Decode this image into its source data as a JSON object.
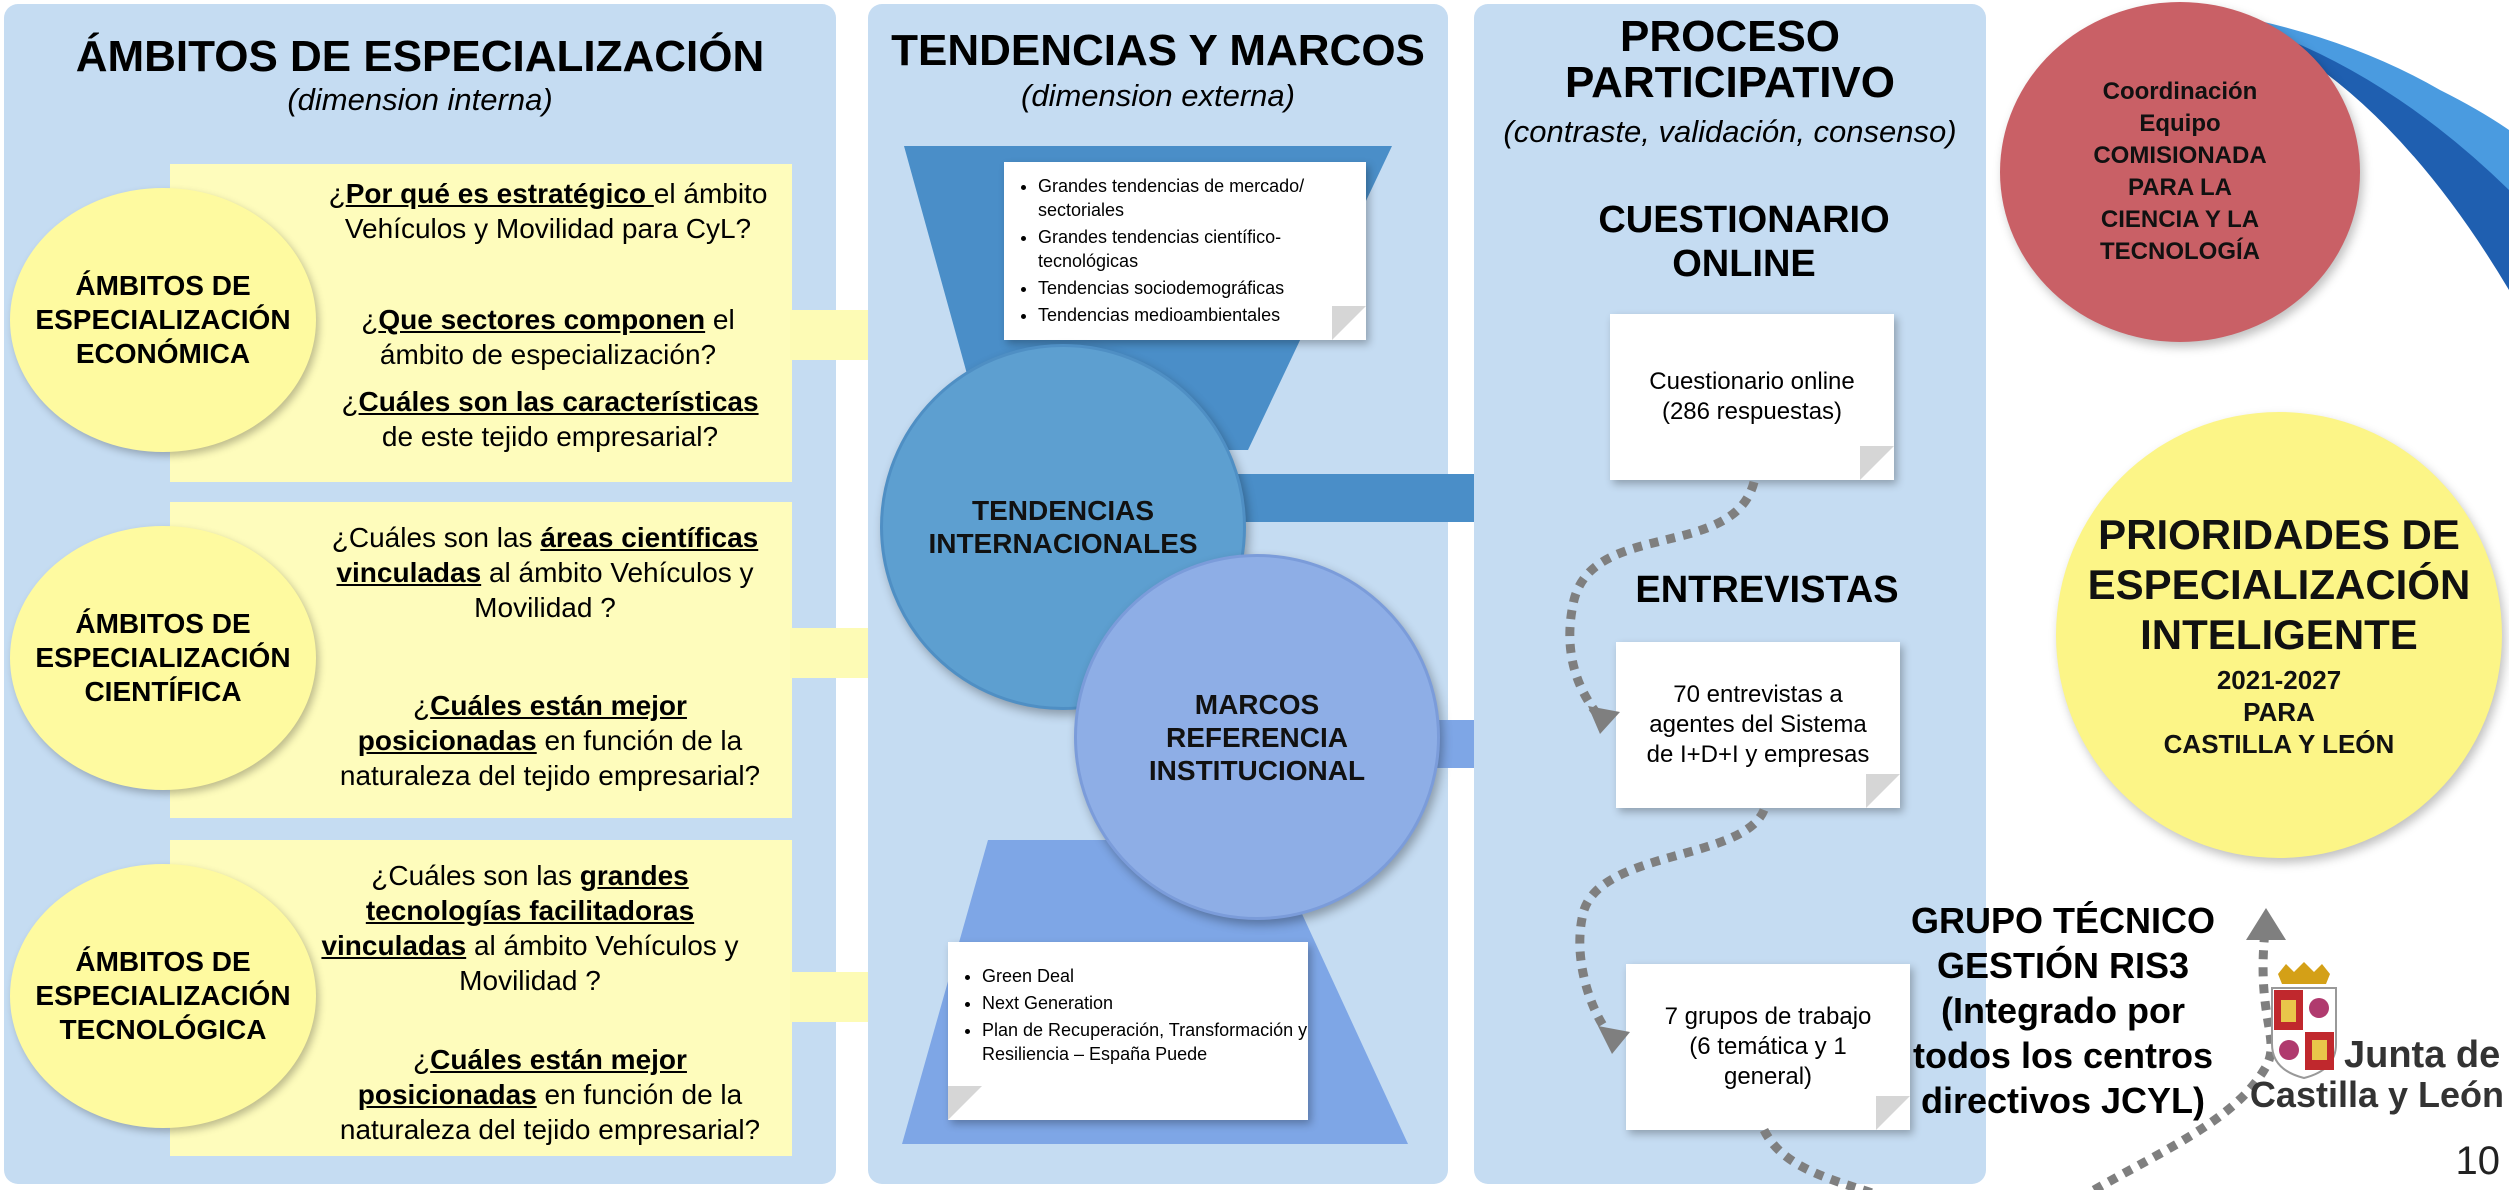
{
  "col1": {
    "title": "ÁMBITOS DE ESPECIALIZACIÓN",
    "subtitle": "(dimension interna)",
    "rows": [
      {
        "label_lines": [
          "ÁMBITOS DE",
          "ESPECIALIZACIÓN",
          "ECONÓMICA"
        ],
        "q1": {
          "pre": "¿",
          "em": "Por qué es estratégico ",
          "post": "el ámbito Vehículos y Movilidad para CyL?"
        },
        "q2": {
          "pre": "¿",
          "em": "Que sectores componen",
          "post": " el ámbito de especialización?"
        },
        "q3": {
          "pre": "¿",
          "em": "Cuáles son las características",
          "post": " de este tejido empresarial?"
        }
      },
      {
        "label_lines": [
          "ÁMBITOS DE",
          "ESPECIALIZACIÓN",
          "CIENTÍFICA"
        ],
        "q1": {
          "pre": "¿Cuáles son las ",
          "em": "áreas científicas vinculadas",
          "post": " al ámbito Vehículos y Movilidad ?"
        },
        "q2": {
          "pre": "¿",
          "em": "Cuáles están mejor posicionadas",
          "post": " en función de la naturaleza del tejido empresarial?"
        }
      },
      {
        "label_lines": [
          "ÁMBITOS DE",
          "ESPECIALIZACIÓN",
          "TECNOLÓGICA"
        ],
        "q1": {
          "pre": "¿Cuáles son las ",
          "em": "grandes tecnologías facilitadoras vinculadas",
          "post": " al ámbito Vehículos y Movilidad ?"
        },
        "q2": {
          "pre": "¿",
          "em": "Cuáles están mejor posicionadas",
          "post": " en función de la naturaleza del tejido empresarial?"
        }
      }
    ]
  },
  "col2": {
    "title": "TENDENCIAS Y MARCOS",
    "subtitle": "(dimension externa)",
    "top_list": [
      "Grandes tendencias de mercado/ sectoriales",
      "Grandes tendencias científico-tecnológicas",
      "Tendencias sociodemográficas",
      "Tendencias medioambientales"
    ],
    "circle1_lines": [
      "TENDENCIAS",
      "INTERNACIONALES"
    ],
    "circle2_lines": [
      "MARCOS",
      "REFERENCIA",
      "INSTITUCIONAL"
    ],
    "bottom_list": [
      "Green Deal",
      "Next Generation",
      "Plan de Recuperación, Transformación y Resiliencia – España Puede"
    ]
  },
  "col3": {
    "title_lines": [
      "PROCESO",
      "PARTICIPATIVO"
    ],
    "subtitle": "(contraste, validación, consenso)",
    "cuestionario_lines": [
      "CUESTIONARIO",
      "ONLINE"
    ],
    "note1_lines": [
      "Cuestionario online",
      "(286 respuestas)"
    ],
    "entrevistas": "ENTREVISTAS",
    "note2_lines": [
      "70 entrevistas a",
      "agentes del Sistema",
      "de I+D+I y empresas"
    ],
    "note3_lines": [
      "7 grupos de trabajo",
      "(6 temática y 1",
      "general)"
    ]
  },
  "right": {
    "coord_lines": [
      "Coordinación",
      "Equipo",
      "COMISIONADA",
      "PARA LA",
      "CIENCIA Y LA",
      "TECNOLOGÍA"
    ],
    "prio_lines": [
      "PRIORIDADES DE",
      "ESPECIALIZACIÓN",
      "INTELIGENTE"
    ],
    "prio_sub_lines": [
      "2021-2027",
      "PARA",
      "CASTILLA Y LEÓN"
    ],
    "grupo_lines": [
      "GRUPO TÉCNICO",
      "GESTIÓN RIS3",
      "(Integrado por",
      "todos los centros",
      "directivos JCYL)"
    ],
    "logo_lines": [
      "Junta de",
      "Castilla y León"
    ],
    "page_number": "10"
  },
  "colors": {
    "panel": "#c5dcf2",
    "yellow_box": "#fefcbc",
    "yellow_ellipse": "#fefaa0",
    "arrow_yellow": "#fdfbb5",
    "blue_dark": "#4a8ec8",
    "blue_circle": "#5d9fd0",
    "blue_light": "#7ea6e6",
    "coord_circle": "#c96066",
    "prio_circle": "#fcf587"
  }
}
